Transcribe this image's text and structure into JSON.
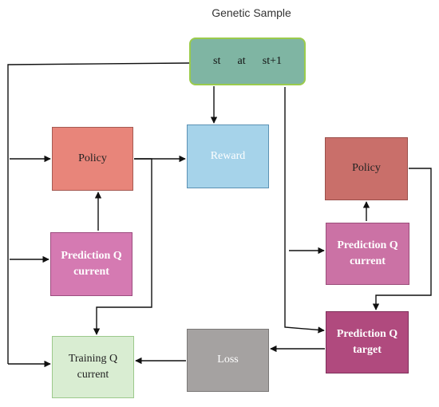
{
  "title": "Genetic Sample",
  "sample": {
    "s": "st",
    "a": "at",
    "s_next": "st+1"
  },
  "nodes": {
    "policy_left": "Policy",
    "reward": "Reward",
    "prediction_q_current_left": "Prediction Q\ncurrent",
    "training_q_current": "Training Q\ncurrent",
    "loss": "Loss",
    "policy_right": "Policy",
    "prediction_q_current_right": "Prediction Q\ncurrent",
    "prediction_q_target": "Prediction Q\ntarget"
  }
}
